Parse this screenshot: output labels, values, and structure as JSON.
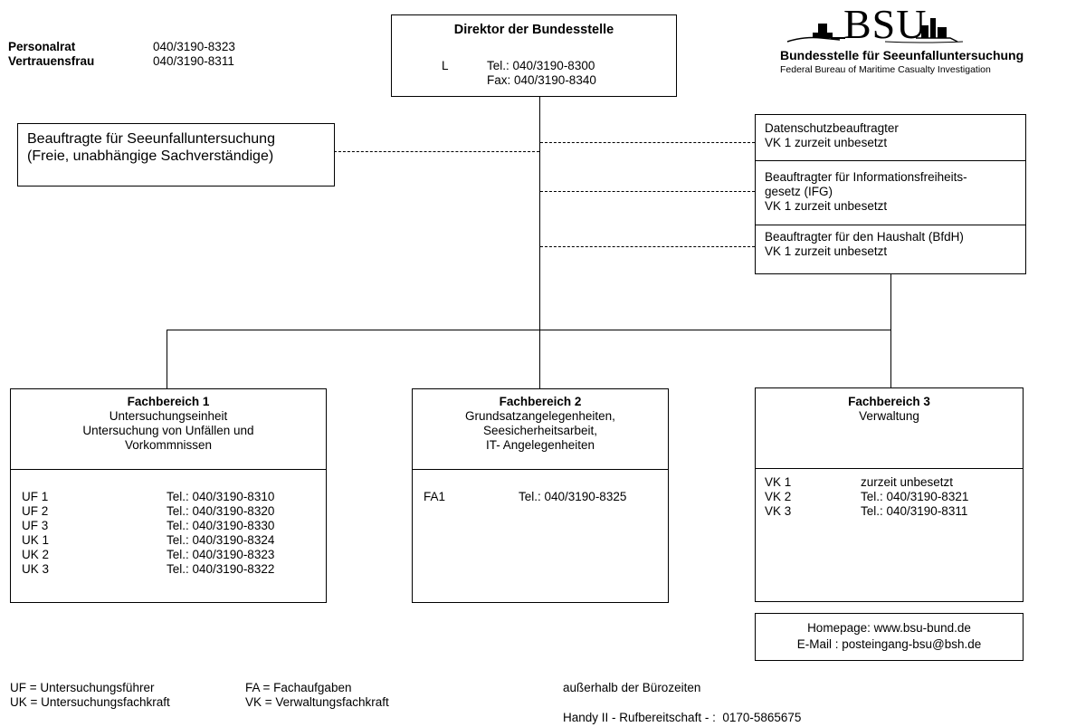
{
  "header_contacts": [
    {
      "label": "Personalrat",
      "phone": "040/3190-8323"
    },
    {
      "label": "Vertrauensfrau",
      "phone": "040/3190-8311"
    }
  ],
  "director": {
    "title": "Direktor der Bundesstelle",
    "code": "L",
    "tel": "Tel.: 040/3190-8300",
    "fax": "Fax: 040/3190-8340"
  },
  "logo": {
    "text": "BSU",
    "name": "Bundesstelle für Seeunfalluntersuchung",
    "subtitle": "Federal Bureau of Maritime Casualty Investigation"
  },
  "commissioners": {
    "line1": "Beauftragte für Seeunfalluntersuchung",
    "line2": "(Freie, unabhängige Sachverständige)"
  },
  "staff_units": [
    {
      "lines": [
        "Datenschutzbeauftragter",
        "VK 1 zurzeit unbesetzt"
      ]
    },
    {
      "lines": [
        "Beauftragter für Informationsfreiheits-",
        "gesetz (IFG)",
        "VK 1 zurzeit unbesetzt"
      ]
    },
    {
      "lines": [
        "Beauftragter für den Haushalt (BfdH)",
        "VK 1 zurzeit unbesetzt"
      ]
    }
  ],
  "departments": [
    {
      "title": "Fachbereich 1",
      "subtitle_lines": [
        "Untersuchungseinheit",
        "Untersuchung von Unfällen und",
        "Vorkommnissen"
      ],
      "contacts": [
        {
          "code": "UF 1",
          "value": "Tel.: 040/3190-8310"
        },
        {
          "code": "UF 2",
          "value": "Tel.: 040/3190-8320"
        },
        {
          "code": "UF 3",
          "value": "Tel.: 040/3190-8330"
        },
        {
          "code": "UK 1",
          "value": "Tel.: 040/3190-8324"
        },
        {
          "code": "UK 2",
          "value": "Tel.: 040/3190-8323"
        },
        {
          "code": "UK 3",
          "value": "Tel.: 040/3190-8322"
        }
      ]
    },
    {
      "title": "Fachbereich 2",
      "subtitle_lines": [
        "Grundsatzangelegenheiten,",
        "Seesicherheitsarbeit,",
        "IT- Angelegenheiten"
      ],
      "contacts": [
        {
          "code": "FA1",
          "value": "Tel.: 040/3190-8325"
        }
      ]
    },
    {
      "title": "Fachbereich 3",
      "subtitle_lines": [
        "Verwaltung"
      ],
      "contacts": [
        {
          "code": "VK 1",
          "value": "zurzeit unbesetzt"
        },
        {
          "code": "VK 2",
          "value": "Tel.: 040/3190-8321"
        },
        {
          "code": "VK 3",
          "value": "Tel.: 040/3190-8311"
        }
      ]
    }
  ],
  "web": {
    "homepage": "Homepage: www.bsu-bund.de",
    "email": "E-Mail : posteingang-bsu@bsh.de"
  },
  "legend": [
    "UF = Untersuchungsführer",
    "UK = Untersuchungsfachkraft",
    "FA = Fachaufgaben",
    "VK = Verwaltungsfachkraft"
  ],
  "after_hours": {
    "title": "außerhalb der Bürozeiten",
    "handy": "Handy II - Rufbereitschaft - :  0170-5865675"
  }
}
